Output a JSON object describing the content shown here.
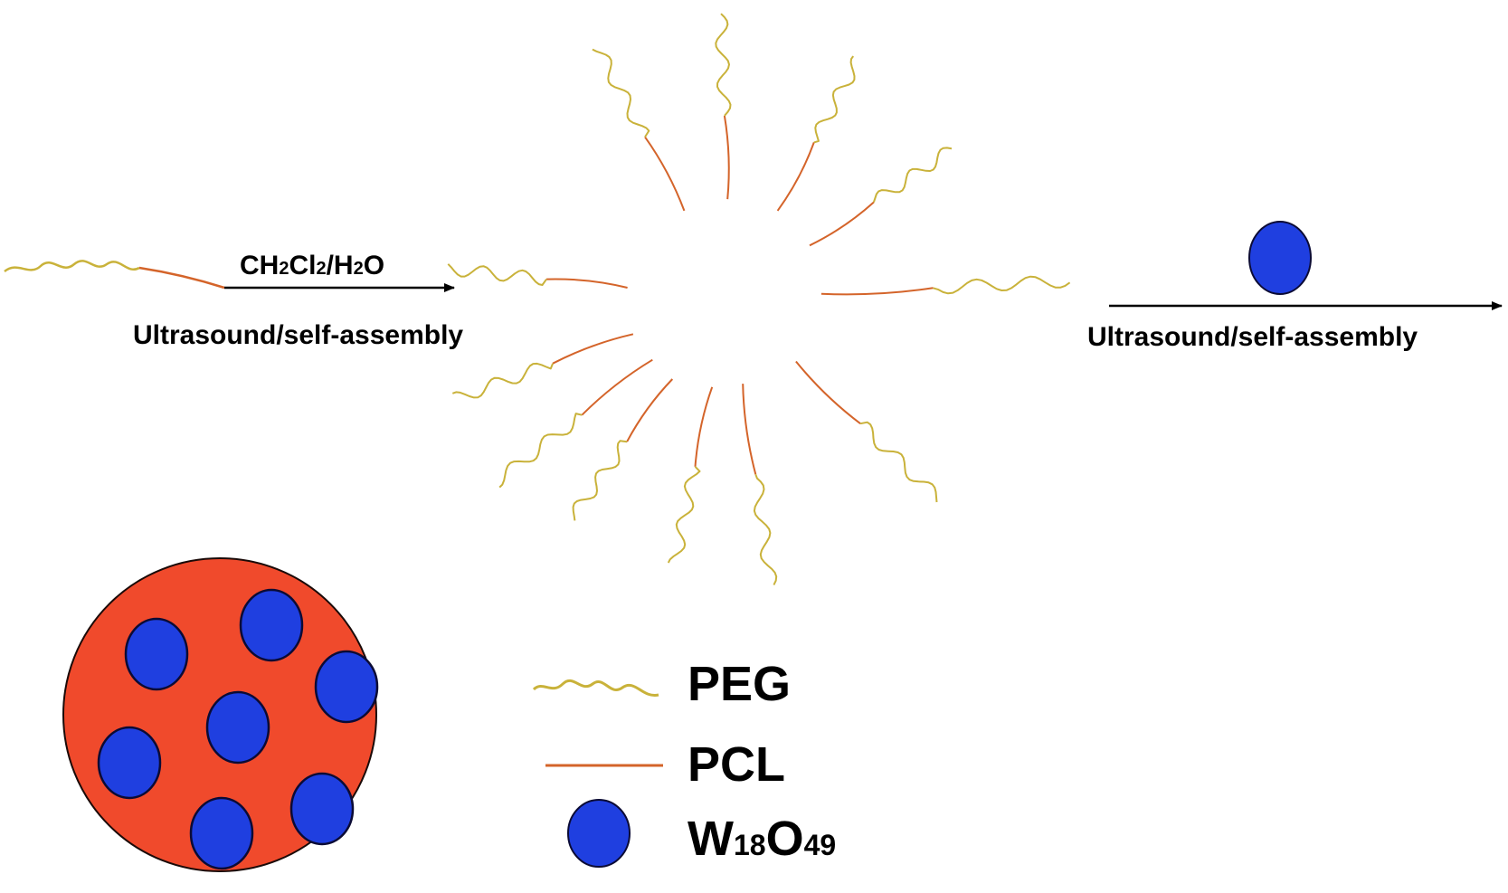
{
  "colors": {
    "background": "#ffffff",
    "peg_chain": "#c9b23a",
    "pcl_chain": "#d4642a",
    "w18o49_particle": "#1f3fe0",
    "particle_outline": "#0b0b35",
    "micelle_core": "#f04a2c",
    "arrow": "#000000"
  },
  "step1": {
    "reagent": {
      "prefix": "CH",
      "sub1": "2",
      "mid": "Cl",
      "sub2": "2",
      "sep": "/H",
      "sub3": "2",
      "suffix": "O"
    },
    "process": "Ultrasound/self-assembly"
  },
  "step2": {
    "process": "Ultrasound/self-assembly",
    "added_component": "w18o49-particle-icon"
  },
  "micelle": {
    "arm_count": 12,
    "arm_components": [
      "PEG",
      "PCL"
    ]
  },
  "product": {
    "core": "PCL",
    "loaded_particle_count": 7,
    "loaded_particle": "W18O49"
  },
  "legend": {
    "items": [
      {
        "label": "PEG",
        "icon": "wavy-chain-icon"
      },
      {
        "label": "PCL",
        "icon": "straight-chain-icon"
      },
      {
        "label_main": "W",
        "label_sub1": "18",
        "label_mid": "O",
        "label_sub2": "49",
        "icon": "blue-circle-icon"
      }
    ]
  }
}
